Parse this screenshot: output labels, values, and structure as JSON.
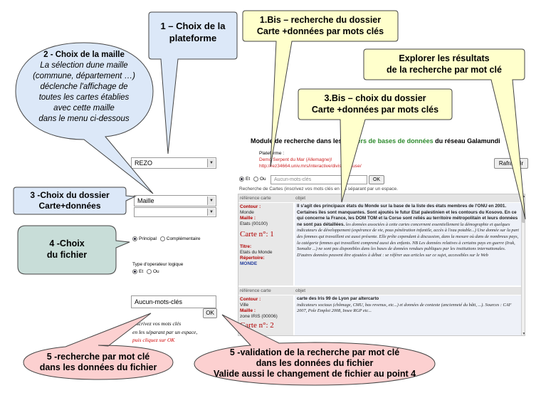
{
  "callouts": {
    "c1": {
      "lines": [
        "1 – Choix de la",
        "plateforme"
      ]
    },
    "c1bis": {
      "lines": [
        "1.Bis – recherche du dossier",
        "Carte +données par mots clés"
      ]
    },
    "c2": {
      "title": "2 - Choix de  la maille",
      "lines": [
        "La sélection dune maille",
        "(commune, département …)",
        "déclenche l'affichage de",
        "toutes les cartes établies",
        "avec cette maille",
        "dans le menu ci-dessous"
      ]
    },
    "cexplore": {
      "lines": [
        "Explorer les résultats",
        "de la recherche par mot clé"
      ]
    },
    "c3bis": {
      "lines": [
        "3.Bis – choix du dossier",
        "Carte +données par mots clés"
      ]
    },
    "c3": {
      "lines": [
        "3 -Choix du dossier",
        "Carte+données"
      ]
    },
    "c4": {
      "lines": [
        "4 -Choix",
        "du fichier"
      ]
    },
    "c5a": {
      "lines": [
        "5 -recherche par mot clé",
        "dans les données du fichier"
      ]
    },
    "c5b": {
      "lines": [
        "5 -validation de la recherche par mot clé",
        "dans les données du fichier",
        "Valide aussi le changement de fichier au point 4"
      ]
    }
  },
  "left_panel": {
    "platform_select": "REZO",
    "mesh_select": "Maille",
    "file_select": "",
    "radio_principal": "Principal",
    "radio_complementaire": "Complémentaire",
    "logic_label": "Type d'operateur logique",
    "radio_et": "Et",
    "radio_ou": "Ou",
    "keyword_value": "Aucun-mots-clés",
    "ok_label": "OK",
    "hint_line1": "inscrivez vos mots clés",
    "hint_line2": "en les séparant par un espace,",
    "hint_line3": "puis cliquez sur OK"
  },
  "module": {
    "title_pre": "Module de recherche dans les ",
    "title_green": "fichiers de bases de données",
    "title_post": " du réseau Galamundi",
    "platform_label": "Plateforme :",
    "platform_name": "Demo Serpent du Mar (Allemagne)!",
    "platform_url": "http://rez34664.univ.mrs/interactive/divisionnause/",
    "refresh_label": "Rafraichir",
    "radio_et": "Et",
    "radio_ou": "Ou",
    "search_value": "Aucun-mots-clés",
    "ok_label": "OK",
    "search_hint": "Recherche de Cartes (inscrivez vos mots clés en les séparant par un espace.",
    "col_ref": "référence carte",
    "col_obj": "objet",
    "records": [
      {
        "contour_label": "Contour :",
        "contour": "Monde",
        "maille_label": "Maille :",
        "maille": "Etats (00100)",
        "card_label": "Carte n°: 1",
        "titre_label": "Titre:",
        "titre": "Etats du Monde",
        "rep_label": "Répertoire:",
        "rep": "MONDE",
        "bold_text": "Il s'agit des principaux états du Monde sur la base de la liste des états membres de l'ONU en 2001. Certaines îles sont manquantes. Sont ajoutés le futur Etat palestinien et les contours du Kosovo. En ce qui concerne la France, les DOM TOM et la Corse sont reliés au territoire métropolitain et leurs données ne sont pas détaillées.",
        "italic_text": "les données associées à cette cartes concernent essentiellement la démographie et quelques indicateurs de développement (espérance de vie, pous pénétration infantile, accès à l'eau potable...) Une donnée sur la part des femmes qui travaillent est aussi présente. Elle prête cependant à discussion, dans la mesure où dans de nombreux pays, la catégorie femmes qui travaillent comprend aussi des enfants. NB Les données relatives à certains pays en guerre (Irak, Somalie ...) ne sont pas disponibles dans les bases de données rendues publiques par les institutions internationales. D'autres données peuvent être ajoutées à débat : se référer aux articles sur ce sujet, accessibles sur le Web"
      },
      {
        "contour_label": "Contour :",
        "contour": "Ville",
        "maille_label": "Maille :",
        "maille": "zone IRIS (00006)",
        "card_label": "Carte n°: 2",
        "bold_text": "carte des Iris 99 de Lyon par altercarto",
        "italic_text": "indicateurs sociaux (chômage, CMU, bas revenus, etc...) et données de contexte (ancienneté du bâti, ...). Sources : CAF 2007, Pole Emploi 2008, Insee RGP etc..."
      }
    ]
  },
  "colors": {
    "yellow_fill": "#ffffcc",
    "blue_fill": "#dce8f8",
    "teal_fill": "#c8ddd8",
    "pink_fill": "#fcd0d0",
    "callout_border": "#444444",
    "label_red": "#b00000",
    "title_green": "#2e8b2e"
  }
}
